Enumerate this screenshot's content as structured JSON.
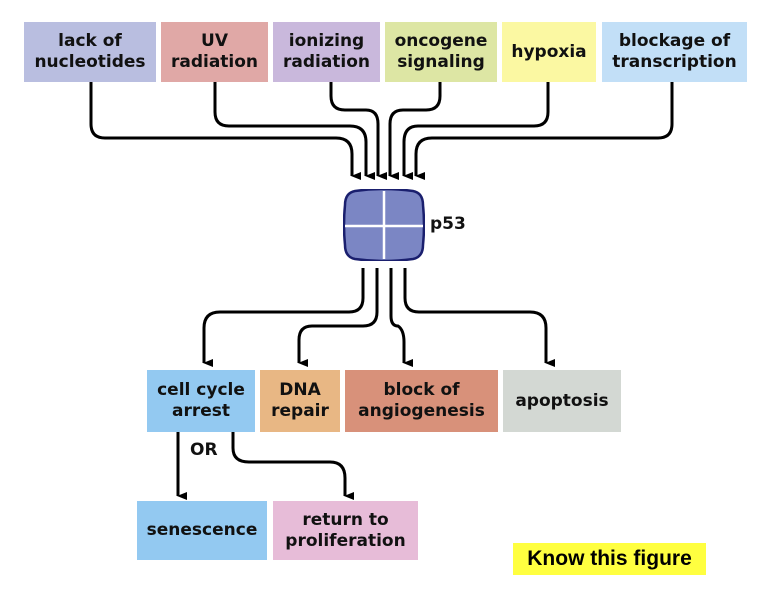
{
  "diagram": {
    "title": "p53 pathway",
    "center": {
      "label": "p53",
      "color": "#7b86c4",
      "border": "#1a1f6e"
    },
    "inputs": [
      {
        "id": "lack-of-nucleotides",
        "label": "lack of\nnucleotides",
        "color": "#b9bee0"
      },
      {
        "id": "uv-radiation",
        "label": "UV\nradiation",
        "color": "#e0a8a6"
      },
      {
        "id": "ionizing-radiation",
        "label": "ionizing\nradiation",
        "color": "#c9b8dc"
      },
      {
        "id": "oncogene-signaling",
        "label": "oncogene\nsignaling",
        "color": "#dde6a4"
      },
      {
        "id": "hypoxia",
        "label": "hypoxia",
        "color": "#fbf8a2"
      },
      {
        "id": "blockage-of-transcription",
        "label": "blockage of\ntranscription",
        "color": "#c2dff7"
      }
    ],
    "outputs": [
      {
        "id": "cell-cycle-arrest",
        "label": "cell cycle\narrest",
        "color": "#93c9f1"
      },
      {
        "id": "dna-repair",
        "label": "DNA\nrepair",
        "color": "#e8b784"
      },
      {
        "id": "block-of-angiogenesis",
        "label": "block of\nangiogenesis",
        "color": "#d8917a"
      },
      {
        "id": "apoptosis",
        "label": "apoptosis",
        "color": "#d3d8d3"
      }
    ],
    "branch_label": "OR",
    "fates": [
      {
        "id": "senescence",
        "label": "senescence",
        "color": "#93c9f1"
      },
      {
        "id": "return-to-proliferation",
        "label": "return to\nproliferation",
        "color": "#e7bcd8"
      }
    ],
    "note": "Know this figure"
  }
}
